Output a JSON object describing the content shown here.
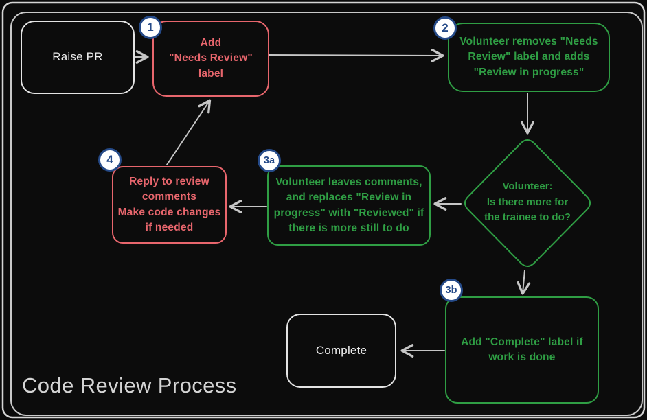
{
  "title": "Code Review Process",
  "colors": {
    "background": "#0c0c0c",
    "frame": "#d6d6d6",
    "arrow": "#c6c6c6",
    "red": "#e8666d",
    "green": "#2f9e44",
    "neutral": "#e4e4e4",
    "badge_blue": "#254a88",
    "badge_bg": "#ffffff",
    "title_color": "#d4d4d4"
  },
  "nodes": {
    "raise_pr": {
      "label": "Raise PR"
    },
    "step1": {
      "badge": "1",
      "label": "Add\n\"Needs Review\"\nlabel"
    },
    "step2": {
      "badge": "2",
      "label": "Volunteer removes \"Needs\nReview\" label and adds\n\"Review in progress\""
    },
    "decision": {
      "label": "Volunteer:\nIs there more for\nthe trainee to do?"
    },
    "step3a": {
      "badge": "3a",
      "label": "Volunteer leaves comments,\nand replaces \"Review in\nprogress\" with \"Reviewed\" if\nthere is more still to do"
    },
    "step4": {
      "badge": "4",
      "label": "Reply to review\ncomments\nMake code changes\nif needed"
    },
    "step3b": {
      "badge": "3b",
      "label": "Add \"Complete\" label if\nwork is done"
    },
    "complete": {
      "label": "Complete"
    }
  },
  "edges": [
    "raise_pr -> step1",
    "step1 -> step2",
    "step2 -> decision",
    "decision -> step3a",
    "step3a -> step4",
    "step4 -> step1",
    "decision -> step3b",
    "step3b -> complete"
  ]
}
